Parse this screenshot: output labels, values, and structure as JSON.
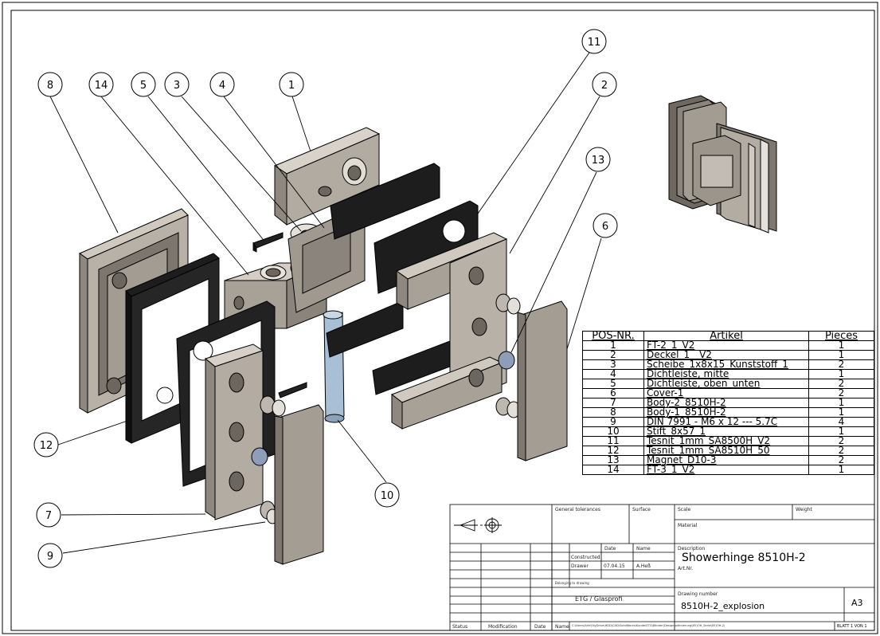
{
  "balloons": [
    {
      "num": "8"
    },
    {
      "num": "14"
    },
    {
      "num": "5"
    },
    {
      "num": "3"
    },
    {
      "num": "4"
    },
    {
      "num": "1"
    },
    {
      "num": "11"
    },
    {
      "num": "2"
    },
    {
      "num": "13"
    },
    {
      "num": "6"
    },
    {
      "num": "12"
    },
    {
      "num": "10"
    },
    {
      "num": "7"
    },
    {
      "num": "9"
    }
  ],
  "bom": {
    "headers": {
      "pos": "POS-NR.",
      "artikel": "Artikel",
      "pieces": "Pieces"
    },
    "rows": [
      {
        "pos": "1",
        "artikel": "FT-2_1_V2",
        "pieces": "1"
      },
      {
        "pos": "2",
        "artikel": "Deckel_1__V2",
        "pieces": "1"
      },
      {
        "pos": "3",
        "artikel": "Scheibe_1x8x15_Kunststoff_1",
        "pieces": "2"
      },
      {
        "pos": "4",
        "artikel": "Dichtleiste, mitte",
        "pieces": "1"
      },
      {
        "pos": "5",
        "artikel": "Dichtleiste, oben_unten",
        "pieces": "2"
      },
      {
        "pos": "6",
        "artikel": "Cover-1",
        "pieces": "2"
      },
      {
        "pos": "7",
        "artikel": "Body-2_8510H-2",
        "pieces": "1"
      },
      {
        "pos": "8",
        "artikel": "Body-1_8510H-2",
        "pieces": "1"
      },
      {
        "pos": "9",
        "artikel": "DIN 7991 - M6 x 12 --- 5.7C",
        "pieces": "4"
      },
      {
        "pos": "10",
        "artikel": "Stift_8x57_1",
        "pieces": "1"
      },
      {
        "pos": "11",
        "artikel": "Tesnit_1mm_SA8500H_V2",
        "pieces": "2"
      },
      {
        "pos": "12",
        "artikel": "Tesnit_1mm_SA8510H_50",
        "pieces": "2"
      },
      {
        "pos": "13",
        "artikel": "Magnet_D10-3",
        "pieces": "2"
      },
      {
        "pos": "14",
        "artikel": "FT-3_1_V2",
        "pieces": "1"
      }
    ]
  },
  "titleblock": {
    "general_tolerances": "General tolerances",
    "surface": "Surface",
    "scale": "Scale",
    "weight": "Weight",
    "material": "Material",
    "date_label": "Date",
    "name_label": "Name",
    "constructed": "Constructed",
    "drawer": "Drawer",
    "drawer_date": "07.04.15",
    "drawer_name": "A.Heß",
    "description_label": "Description",
    "description": "Showerhinge 8510H-2",
    "art_nr_label": "Art.Nr.",
    "belonging": "Belonging to drawing",
    "company": "ETG / Glasprofi",
    "drawing_number_label": "Drawing number",
    "drawing_number": "8510H-2_explosion",
    "sheet_size": "A3",
    "status": "Status",
    "modification": "Modification",
    "date_col": "Date",
    "name_col": "Name",
    "file_path": "C:\\Users\\Ahh\\SkyDrive\\HDD\\CAD\\SolidWorks\\Kunde\\ETG\\Bänder\\Designoptimierung\\8510H_Serie\\8510H-2\\",
    "sheet": "BLATT 1 VON 1"
  }
}
